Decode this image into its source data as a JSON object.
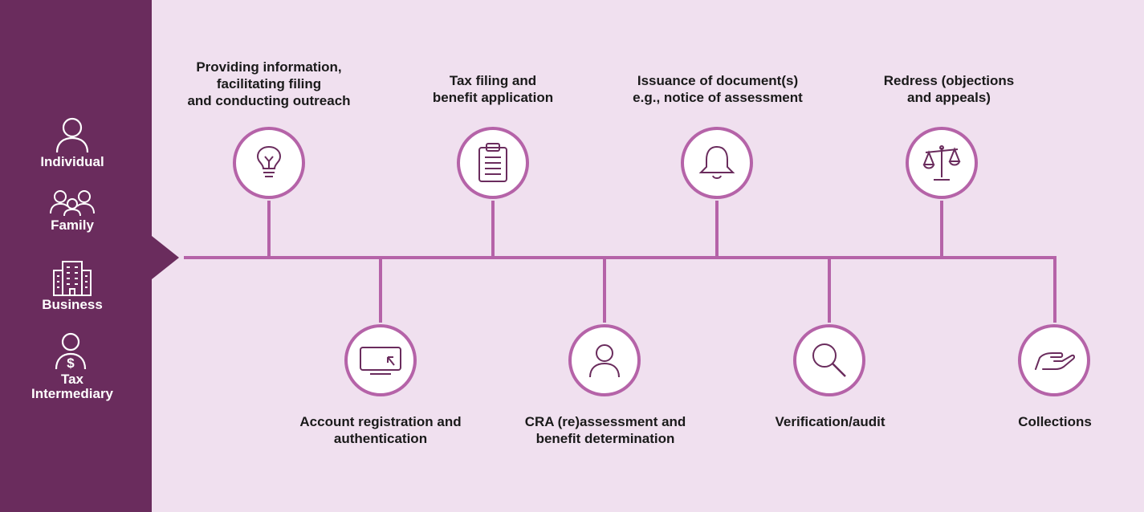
{
  "colors": {
    "background": "#f0e0ef",
    "sidebar": "#6a2c5d",
    "accent": "#b563a8",
    "icon": "#6a2c5d"
  },
  "sidebar": {
    "entities": [
      {
        "icon": "person-icon",
        "label": "Individual"
      },
      {
        "icon": "family-icon",
        "label": "Family"
      },
      {
        "icon": "building-icon",
        "label": "Business"
      },
      {
        "icon": "person-dollar-icon",
        "label": "Tax\nIntermediary"
      }
    ]
  },
  "steps_top": [
    {
      "icon": "lightbulb-icon",
      "label": "Providing information,\nfacilitating filing\nand conducting outreach"
    },
    {
      "icon": "clipboard-icon",
      "label": "Tax filing and\nbenefit application"
    },
    {
      "icon": "bell-icon",
      "label": "Issuance of document(s)\ne.g., notice of assessment"
    },
    {
      "icon": "scales-icon",
      "label": "Redress (objections\nand appeals)"
    }
  ],
  "steps_bottom": [
    {
      "icon": "monitor-cursor-icon",
      "label": "Account registration and\nauthentication"
    },
    {
      "icon": "person-icon",
      "label": "CRA (re)assessment and\nbenefit determination"
    },
    {
      "icon": "magnifier-icon",
      "label": "Verification/audit"
    },
    {
      "icon": "hand-icon",
      "label": "Collections"
    }
  ]
}
